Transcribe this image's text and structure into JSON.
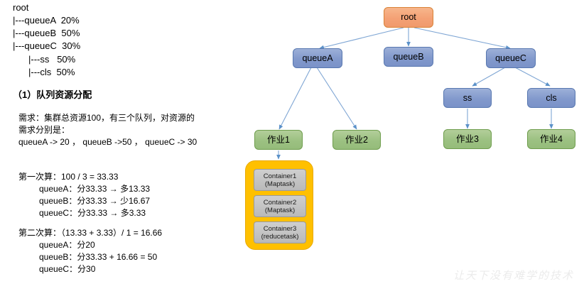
{
  "left_panel": {
    "tree_text": {
      "root": "root",
      "lines": [
        "|---queueA  20%",
        "|---queueB  50%",
        "|---queueC  30%"
      ],
      "sub_lines": [
        "|---ss   50%",
        "|---cls  50%"
      ]
    },
    "section_heading": "（1）队列资源分配",
    "requirement": {
      "line1": "需求：集群总资源100，有三个队列，对资源的",
      "line2": "需求分别是：",
      "line3": "queueA -> 20 ， queueB ->50 ， queueC -> 30"
    },
    "pass1": {
      "title": "第一次算：100 / 3 = 33.33",
      "items": [
        "queueA：分33.33 → 多13.33",
        "queueB：分33.33 → 少16.67",
        "queueC：分33.33 → 多3.33"
      ]
    },
    "pass2": {
      "title": "第二次算：（13.33 + 3.33）/ 1 = 16.66",
      "items": [
        "queueA：分20",
        "queueB：分33.33 + 16.66 = 50",
        "queueC：分30"
      ]
    }
  },
  "diagram": {
    "nodes": {
      "root": "root",
      "queueA": "queueA",
      "queueB": "queueB",
      "queueC": "queueC",
      "ss": "ss",
      "cls": "cls",
      "job1": "作业1",
      "job2": "作业2",
      "job3": "作业3",
      "job4": "作业4"
    },
    "container_group": {
      "items": [
        {
          "name": "Container1",
          "task": "(Maptask)"
        },
        {
          "name": "Container2",
          "task": "(Maptask)"
        },
        {
          "name": "Container3",
          "task": "(reducetask)"
        }
      ]
    },
    "colors": {
      "root_fill": "#f4a175",
      "queue_fill": "#8299cc",
      "job_fill": "#9cc182",
      "container_fill": "#ffc000",
      "container_item_fill": "#c2c2c2",
      "edge": "#7fa6d4"
    }
  },
  "watermark": "让天下没有难学的技术"
}
